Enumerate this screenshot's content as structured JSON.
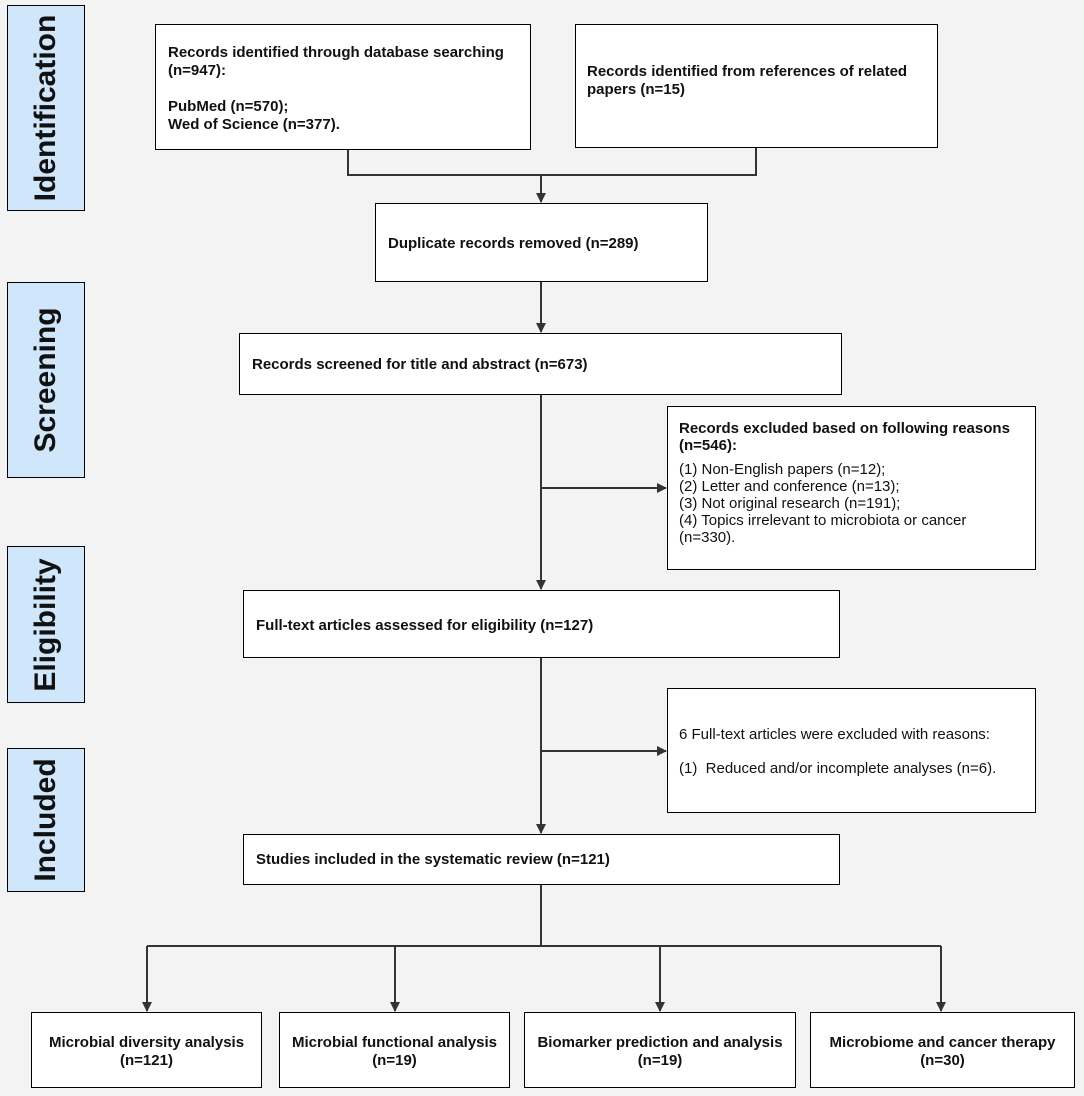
{
  "stages": [
    "Identification",
    "Screening",
    "Eligibility",
    "Included"
  ],
  "boxes": {
    "database": {
      "title": "Records identified through database searching",
      "count": "(n=947):",
      "pubmed": "PubMed (n=570);",
      "wos": "Wed of Science (n=377)."
    },
    "references": {
      "line1": "Records identified from references of related",
      "line2": "papers (n=15)"
    },
    "duplicates": "Duplicate records removed (n=289)",
    "screened": "Records screened for title and abstract (n=673)",
    "excluded1": {
      "title": "Records excluded based on following reasons",
      "count": "(n=546):",
      "reasons": [
        "(1) Non-English papers (n=12);",
        "(2) Letter and conference (n=13);",
        "(3) Not original research (n=191);",
        "(4) Topics irrelevant to microbiota or cancer",
        "(n=330)."
      ]
    },
    "fulltext": "Full-text articles assessed for eligibility (n=127)",
    "excluded2": {
      "title": "6 Full-text articles were excluded with reasons:",
      "reason": "(1)  Reduced and/or incomplete analyses (n=6)."
    },
    "included": "Studies included in the systematic review (n=121)",
    "outcomes": [
      {
        "label": "Microbial diversity analysis",
        "count": "(n=121)"
      },
      {
        "label": "Microbial functional analysis",
        "count": "(n=19)"
      },
      {
        "label": "Biomarker prediction and analysis",
        "count": "(n=19)"
      },
      {
        "label": "Microbiome and cancer therapy",
        "count": "(n=30)"
      }
    ]
  }
}
